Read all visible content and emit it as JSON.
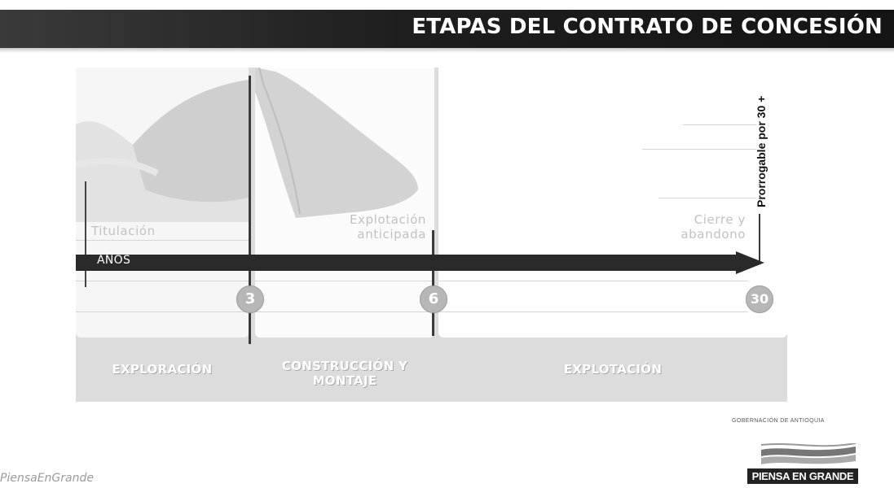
{
  "header": {
    "title": "ETAPAS DEL CONTRATO DE CONCESIÓN"
  },
  "timeline": {
    "axis_label": "AÑOS",
    "markers": [
      "3",
      "6",
      "30"
    ],
    "extension_note": "Prorrogable por 30 +",
    "stage_notes": {
      "titulacion": "Titulación",
      "explotacion_anticipada_1": "Explotación",
      "explotacion_anticipada_2": "anticipada",
      "cierre_1": "Cierre y",
      "cierre_2": "abandono"
    }
  },
  "phases": {
    "exploracion": "EXPLORACIÓN",
    "construccion_1": "CONSTRUCCIÓN Y",
    "construccion_2": "MONTAJE",
    "explotacion": "EXPLOTACIÓN"
  },
  "footer": {
    "gov_text": "GOBERNACIÓN DE ANTIOQUIA",
    "logo_text": "PIENSA EN GRANDE",
    "hashtag": "PiensaEnGrande"
  },
  "colors": {
    "title_bar": "#1e1e1e",
    "arrow": "#2a2a2a",
    "marker": "#b7b7b7",
    "phase_band": "#dcdcdc"
  }
}
